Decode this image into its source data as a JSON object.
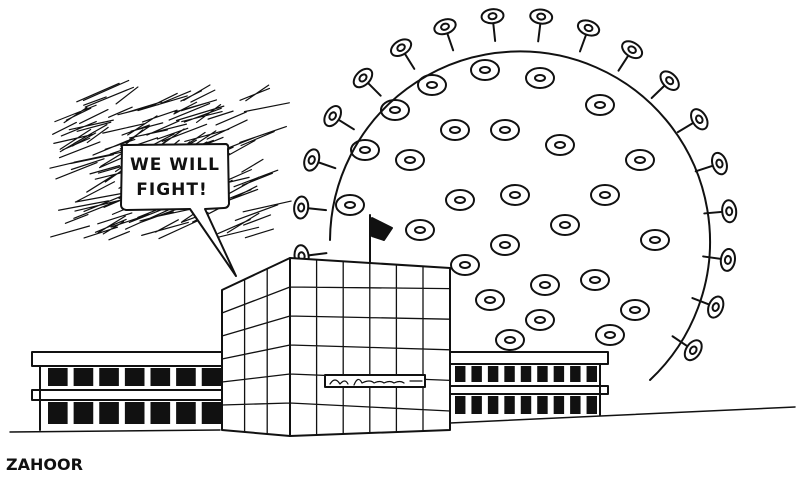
{
  "cartoon": {
    "speech_bubble": {
      "line1": "WE WILL",
      "line2": "FIGHT!"
    },
    "signature": "ZAHOOR"
  }
}
